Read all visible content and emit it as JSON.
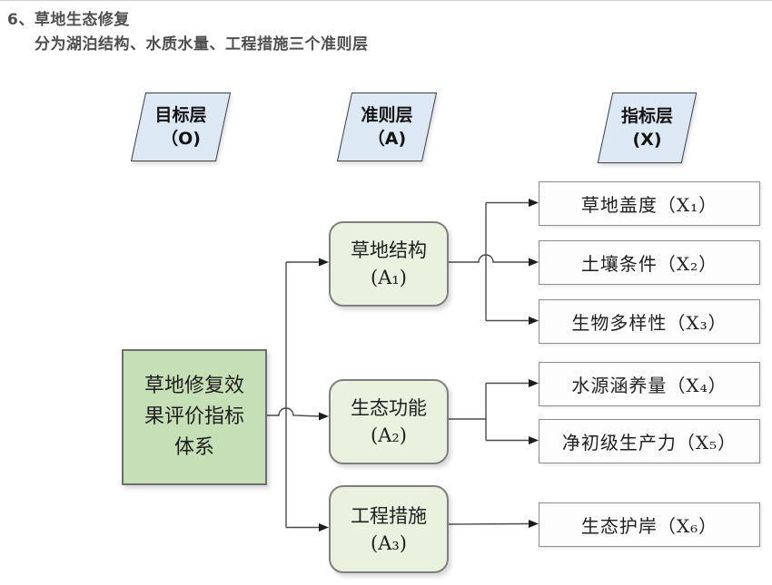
{
  "header": {
    "title": "6、草地生态修复",
    "subtitle": "分为湖泊结构、水质水量、工程措施三个准则层"
  },
  "layer_headers": [
    {
      "label": "目标层",
      "code": "（O)"
    },
    {
      "label": "准则层",
      "code": "（A)"
    },
    {
      "label": "指标层",
      "code": "(X)"
    }
  ],
  "goal_node": {
    "label": "草地修复效果评价指标体系"
  },
  "criterion_nodes": [
    {
      "label": "草地结构",
      "code": "(A₁)"
    },
    {
      "label": "生态功能",
      "code": "(A₂)"
    },
    {
      "label": "工程措施",
      "code": "(A₃)"
    }
  ],
  "indicator_nodes": [
    {
      "label": "草地盖度（X₁）"
    },
    {
      "label": "土壤条件（X₂）"
    },
    {
      "label": "生物多样性（X₃）"
    },
    {
      "label": "水源涵养量（X₄）"
    },
    {
      "label": "净初级生产力（X₅）"
    },
    {
      "label": "生态护岸（X₆）"
    }
  ],
  "colors": {
    "layer_fill": "#dce9f4",
    "goal_fill": "#c6dfb6",
    "criterion_fill": "#eaf1de",
    "indicator_fill": "#fdfdfd",
    "line_color": "#4a4a4a",
    "title_color": "#4f4f4f"
  }
}
